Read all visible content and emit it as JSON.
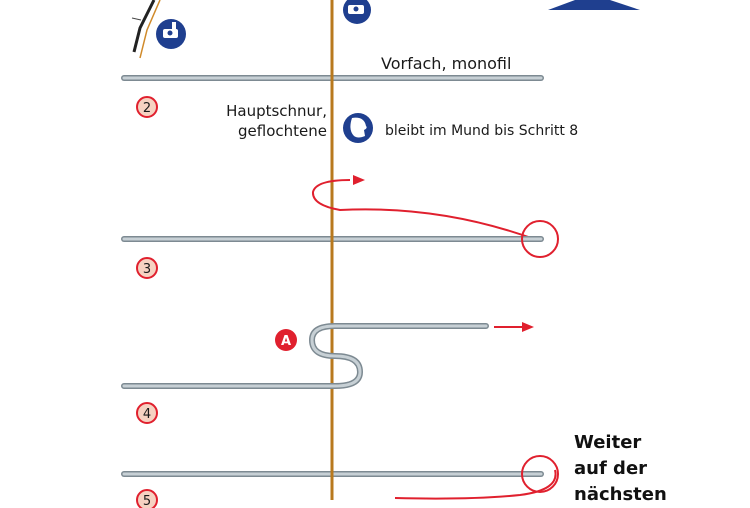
{
  "labels": {
    "vorfach": "Vorfach, monofil",
    "hauptschnur_line1": "Hauptschnur,",
    "hauptschnur_line2": "geflochtene",
    "bleibt": "bleibt im Mund bis Schritt 8",
    "a_marker": "A"
  },
  "steps": [
    "2",
    "3",
    "4",
    "5"
  ],
  "continue_text": [
    "Weiter",
    "auf der",
    "nächsten"
  ],
  "icons": [
    "reel-icon",
    "fishing-rod-icon",
    "reel-icon",
    "mouth-head-icon",
    "arrow-right-icon",
    "circle-highlight-icon",
    "blue-triangle-icon"
  ],
  "colors": {
    "main_line": "#b8791e",
    "leader": "#a9b4bb",
    "arrow": "#e0202e",
    "step_fill": "#f6d2c2",
    "icon_blue": "#1f3f8f",
    "a_marker": "#e0202e"
  }
}
